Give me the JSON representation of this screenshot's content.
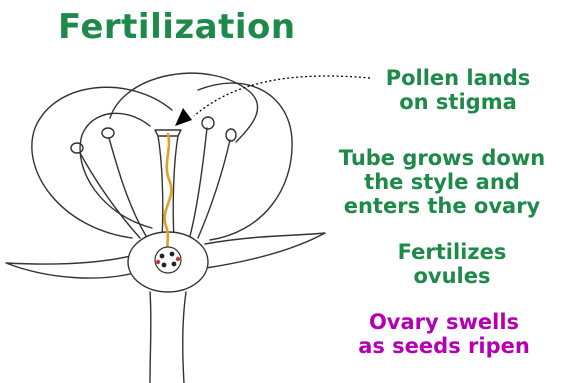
{
  "title": "Fertilization",
  "colors": {
    "green_text": "#1e8a4a",
    "magenta_text": "#b400b4",
    "pollen_tube": "#e0a12a",
    "outline": "#333333",
    "arrow": "#000000"
  },
  "labels": {
    "pollen": {
      "lines": [
        "Pollen lands",
        "on stigma"
      ],
      "color": "#1e8a4a"
    },
    "tube": {
      "lines": [
        "Tube grows down",
        "the style and",
        "enters the ovary"
      ],
      "color": "#1e8a4a"
    },
    "fertilizes": {
      "lines": [
        "Fertilizes",
        "ovules"
      ],
      "color": "#1e8a4a"
    },
    "ovary": {
      "lines": [
        "Ovary swells",
        "as seeds ripen"
      ],
      "color": "#b400b4"
    }
  }
}
